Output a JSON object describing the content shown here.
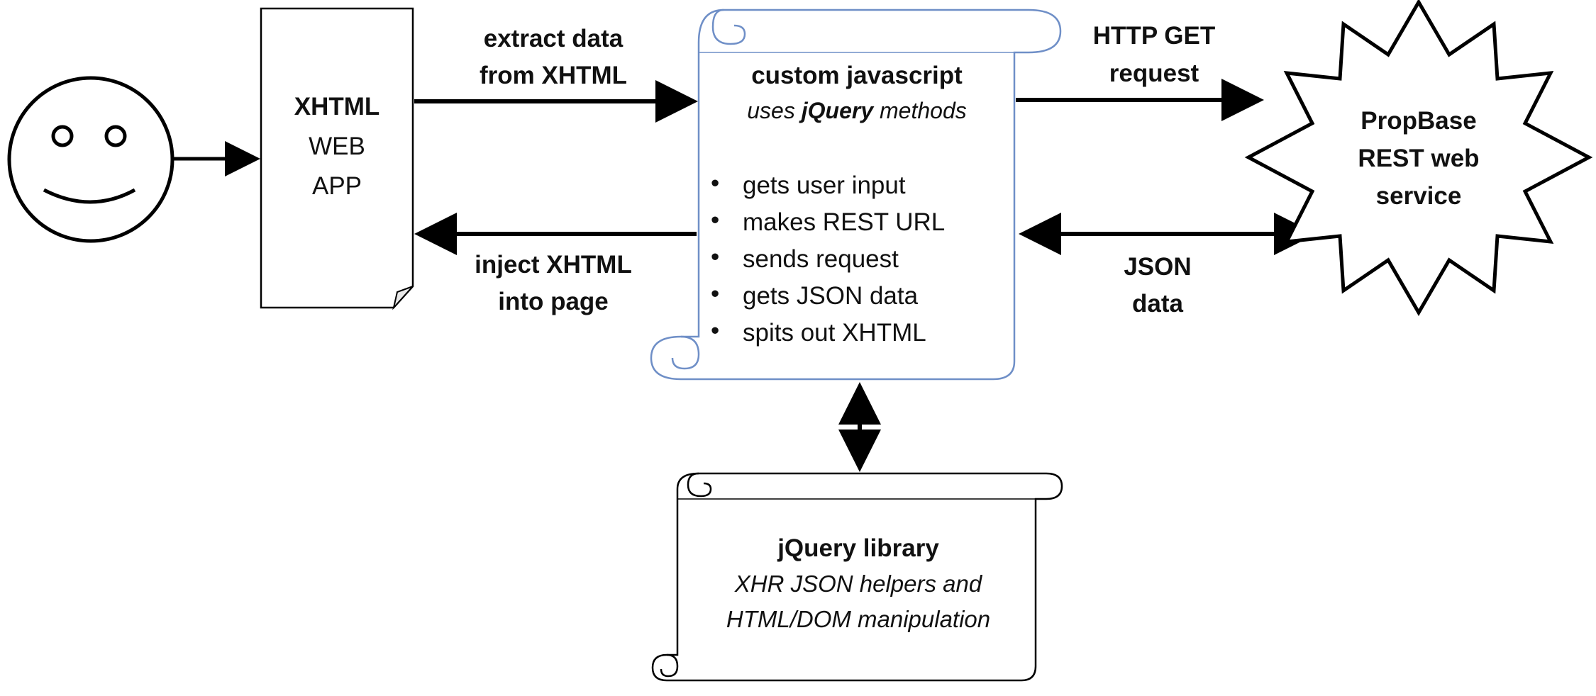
{
  "user": {
    "icon": "smiley-face-icon"
  },
  "webapp": {
    "line1": "XHTML",
    "line2": "WEB",
    "line3": "APP"
  },
  "custom_script": {
    "title": "custom javascript",
    "subtitle_pre": "uses ",
    "subtitle_em": "jQuery",
    "subtitle_post": " methods",
    "bullets": [
      "gets user input",
      "makes REST URL",
      "sends request",
      "gets JSON data",
      "spits out XHTML"
    ]
  },
  "service": {
    "line1": "PropBase",
    "line2": "REST web",
    "line3": "service"
  },
  "library": {
    "title": "jQuery library",
    "line1": "XHR JSON helpers and",
    "line2": "HTML/DOM manipulation"
  },
  "labels": {
    "extract_1": "extract data",
    "extract_2": "from XHTML",
    "inject_1": "inject XHTML",
    "inject_2": "into page",
    "http_1": "HTTP GET",
    "http_2": "request",
    "json_1": "JSON",
    "json_2": "data"
  },
  "colors": {
    "scroll_outline": "#6f8fc7",
    "line": "#000000"
  }
}
